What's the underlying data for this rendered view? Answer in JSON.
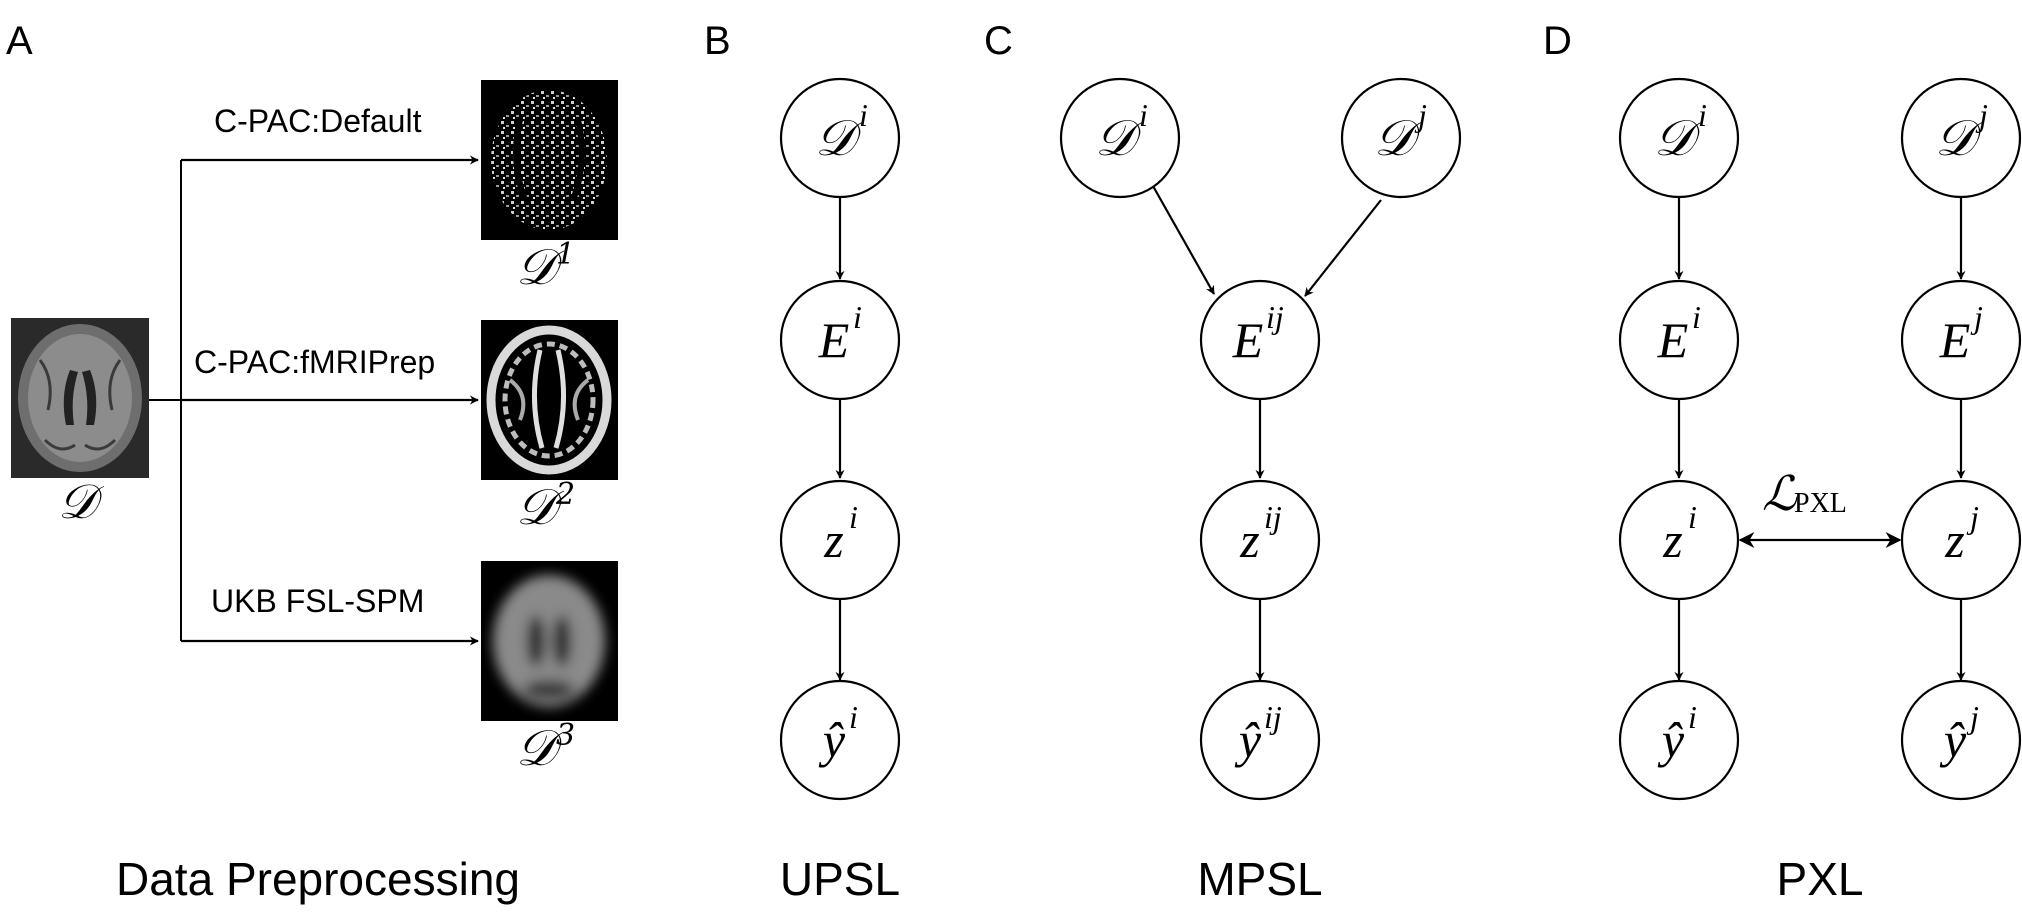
{
  "panels": {
    "A": {
      "letter": "A",
      "caption": "Data Preprocessing",
      "input_label": "𝒟",
      "pipelines": [
        {
          "name": "C-PAC:Default",
          "output_label": "𝒟",
          "output_sup": "1"
        },
        {
          "name": "C-PAC:fMRIPrep",
          "output_label": "𝒟",
          "output_sup": "2"
        },
        {
          "name": "UKB FSL-SPM",
          "output_label": "𝒟",
          "output_sup": "3"
        }
      ]
    },
    "B": {
      "letter": "B",
      "caption": "UPSL",
      "nodes": [
        {
          "id": "D",
          "base": "𝒟",
          "sup": "i"
        },
        {
          "id": "E",
          "base": "E",
          "sup": "i"
        },
        {
          "id": "z",
          "base": "z",
          "sup": "i"
        },
        {
          "id": "y",
          "base": "ŷ",
          "sup": "i"
        }
      ]
    },
    "C": {
      "letter": "C",
      "caption": "MPSL",
      "nodes": [
        {
          "id": "Di",
          "base": "𝒟",
          "sup": "i"
        },
        {
          "id": "Dj",
          "base": "𝒟",
          "sup": "j"
        },
        {
          "id": "E",
          "base": "E",
          "sup": "ij"
        },
        {
          "id": "z",
          "base": "z",
          "sup": "ij"
        },
        {
          "id": "y",
          "base": "ŷ",
          "sup": "ij"
        }
      ]
    },
    "D": {
      "letter": "D",
      "caption": "PXL",
      "loss_label": {
        "base": "ℒ",
        "sub": "PXL"
      },
      "nodes": [
        {
          "id": "Di",
          "base": "𝒟",
          "sup": "i"
        },
        {
          "id": "Ei",
          "base": "E",
          "sup": "i"
        },
        {
          "id": "zi",
          "base": "z",
          "sup": "i"
        },
        {
          "id": "yi",
          "base": "ŷ",
          "sup": "i"
        },
        {
          "id": "Dj",
          "base": "𝒟",
          "sup": "j"
        },
        {
          "id": "Ej",
          "base": "E",
          "sup": "j"
        },
        {
          "id": "zj",
          "base": "z",
          "sup": "j"
        },
        {
          "id": "yj",
          "base": "ŷ",
          "sup": "j"
        }
      ]
    }
  }
}
